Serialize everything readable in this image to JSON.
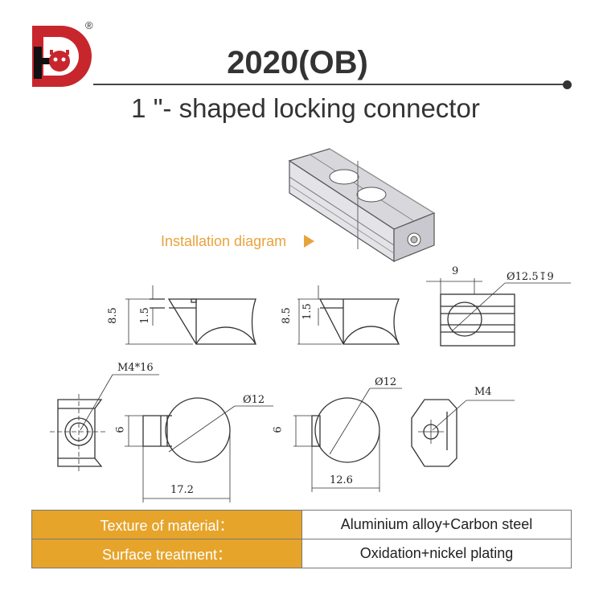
{
  "brand": {
    "registered_mark": "®"
  },
  "header": {
    "title": "2020(OB)",
    "subtitle": "1 \"- shaped locking connector"
  },
  "installation": {
    "label": "Installation diagram"
  },
  "dimensions": {
    "side_a": {
      "height_total": "8.5",
      "height_small": "1.5"
    },
    "side_b": {
      "height_total": "8.5",
      "height_small": "1.5"
    },
    "top_view": {
      "width": "9",
      "hole": "Ø12.5↧9"
    },
    "bolt_end": {
      "thread": "M4*16"
    },
    "part_a": {
      "diameter": "Ø12",
      "height": "6",
      "length": "17.2"
    },
    "part_b": {
      "diameter": "Ø12",
      "height": "6",
      "length": "12.6"
    },
    "nut_end": {
      "thread": "M4"
    }
  },
  "specs": [
    {
      "label": "Texture of material：",
      "value": "Aluminium alloy+Carbon steel"
    },
    {
      "label": "Surface treatment：",
      "value": "Oxidation+nickel plating"
    }
  ],
  "colors": {
    "accent": "#e6a42b",
    "logo_red": "#c8262d",
    "install_text": "#e8a33d"
  }
}
